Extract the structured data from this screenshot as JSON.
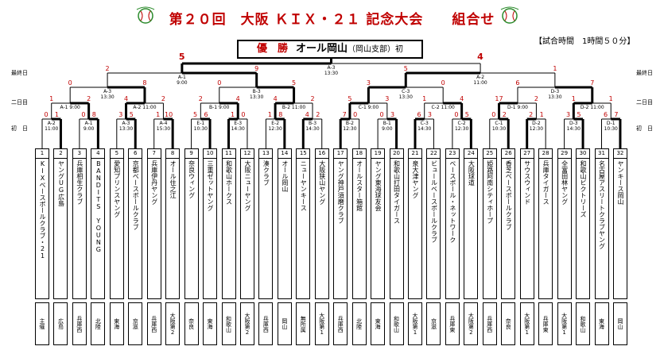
{
  "title": "第２０回　大阪 ＫＩＸ・２１ 記念大会　　組合せ",
  "champion": {
    "label": "優　勝",
    "team": "オール岡山",
    "branch": "（岡山支部）",
    "suffix": "初"
  },
  "match_time": "【試合時間　1時間５０分】",
  "row_labels": {
    "final": "最終日",
    "day2": "二日目",
    "day1": "初　日"
  },
  "teams": [
    {
      "no": "1",
      "name": "KIXベースボールクラブ・21",
      "pref": "主催"
    },
    {
      "no": "2",
      "name": "ヤングUG広島",
      "pref": "広島"
    },
    {
      "no": "3",
      "name": "兵庫相生クラブ",
      "pref": "兵庫西"
    },
    {
      "no": "4",
      "name": "BANDITS YOUNG",
      "pref": "北陸"
    },
    {
      "no": "5",
      "name": "愛知プリンスヤング",
      "pref": "東海"
    },
    {
      "no": "6",
      "name": "京都ベースボールクラブ",
      "pref": "京滋"
    },
    {
      "no": "7",
      "name": "兵庫伊丹ヤング",
      "pref": "兵庫西"
    },
    {
      "no": "8",
      "name": "オール住之江",
      "pref": "大阪第2"
    },
    {
      "no": "9",
      "name": "奈良ウィング",
      "pref": "奈良"
    },
    {
      "no": "10",
      "name": "三重ゼットヤング",
      "pref": "東海"
    },
    {
      "no": "11",
      "name": "和歌山ホークス",
      "pref": "和歌山"
    },
    {
      "no": "12",
      "name": "大阪ニューヤング",
      "pref": "大阪第2"
    },
    {
      "no": "13",
      "name": "湊クラブ",
      "pref": "兵庫西"
    },
    {
      "no": "14",
      "name": "オール岡山",
      "pref": "岡山"
    },
    {
      "no": "15",
      "name": "ニューヤンキース",
      "pref": "無所属"
    },
    {
      "no": "16",
      "name": "大阪狭山ヤング",
      "pref": "大阪第1"
    },
    {
      "no": "17",
      "name": "ヤング神戸須磨クラブ",
      "pref": "兵庫西"
    },
    {
      "no": "18",
      "name": "オールスター箱館",
      "pref": "北陸"
    },
    {
      "no": "19",
      "name": "ヤング東海球友会",
      "pref": "東海"
    },
    {
      "no": "20",
      "name": "和歌山打田タイガース",
      "pref": "和歌山"
    },
    {
      "no": "21",
      "name": "泉大津ヤング",
      "pref": "大阪第1"
    },
    {
      "no": "22",
      "name": "ビュールベースボールクラブ",
      "pref": "京滋"
    },
    {
      "no": "23",
      "name": "ベースボール・ネットワーク",
      "pref": "兵庫東"
    },
    {
      "no": "24",
      "name": "大阪球道",
      "pref": "大阪第2"
    },
    {
      "no": "25",
      "name": "姫路阿南シティホープ",
      "pref": "兵庫西"
    },
    {
      "no": "26",
      "name": "香芝ベースボールクラブ",
      "pref": "奈良"
    },
    {
      "no": "27",
      "name": "サウスウィンド",
      "pref": "大阪第1"
    },
    {
      "no": "28",
      "name": "兵庫タイガース",
      "pref": "兵庫東"
    },
    {
      "no": "29",
      "name": "全富田林ヤング",
      "pref": "大阪第1"
    },
    {
      "no": "30",
      "name": "和歌山ビクトリーズ",
      "pref": "和歌山"
    },
    {
      "no": "31",
      "name": "名古屋アスリートクラブヤング",
      "pref": "東海"
    },
    {
      "no": "32",
      "name": "ヤンキース岡山",
      "pref": "岡山"
    }
  ],
  "day1_matches": [
    {
      "id": "A-2",
      "time": "11:00",
      "s1": "0",
      "s2": "1"
    },
    {
      "id": "A-1",
      "time": "9:00",
      "s1": "0",
      "s2": "8"
    },
    {
      "id": "A-3",
      "time": "13:30",
      "s1": "3",
      "s2": "5"
    },
    {
      "id": "A-4",
      "time": "15:30",
      "s1": "1",
      "s2": "10"
    },
    {
      "id": "E-1",
      "time": "10:30",
      "s1": "5",
      "s2": "6"
    },
    {
      "id": "E-3",
      "time": "14:30",
      "s1": "1",
      "s2": "0"
    },
    {
      "id": "E-2",
      "time": "12:30",
      "s1": "1",
      "s2": "8"
    },
    {
      "id": "B-3",
      "time": "14:30",
      "s1": "4",
      "s2": "2"
    },
    {
      "id": "B-2",
      "time": "12:30",
      "s1": "7",
      "s2": "0"
    },
    {
      "id": "B-1",
      "time": "9:00",
      "s1": "0",
      "s2": "3"
    },
    {
      "id": "C-3",
      "time": "14:30",
      "s1": "6",
      "s2": "3"
    },
    {
      "id": "C-2",
      "time": "12:30",
      "s1": "0",
      "s2": "5"
    },
    {
      "id": "C-1",
      "time": "10:30",
      "s1": "0",
      "s2": "2"
    },
    {
      "id": "D-2",
      "time": "12:30",
      "s1": "2",
      "s2": "1"
    },
    {
      "id": "D-3",
      "time": "14:30",
      "s1": "3",
      "s2": "5"
    },
    {
      "id": "D-1",
      "time": "10:30",
      "s1": "6",
      "s2": "7"
    }
  ],
  "day2_matches": [
    {
      "id": "A-1",
      "time": "9:00",
      "s1": "1",
      "s2": "2"
    },
    {
      "id": "A-2",
      "time": "11:00",
      "s1": "4",
      "s2": "2"
    },
    {
      "id": "B-1",
      "time": "9:00",
      "s1": "2",
      "s2": "4"
    },
    {
      "id": "B-2",
      "time": "11:00",
      "s1": "4",
      "s2": "2"
    },
    {
      "id": "C-1",
      "time": "9:00",
      "s1": "5",
      "s2": "3"
    },
    {
      "id": "C-2",
      "time": "11:00",
      "s1": "1",
      "s2": "4"
    },
    {
      "id": "D-1",
      "time": "9:00",
      "s1": "17",
      "s2": "2"
    },
    {
      "id": "D-2",
      "time": "11:00",
      "s1": "1",
      "s2": "1"
    }
  ],
  "day2_semis": [
    {
      "id": "A-3",
      "time": "13:30",
      "s1": "0",
      "s2": "8"
    },
    {
      "id": "B-3",
      "time": "13:30",
      "s1": "0",
      "s2": "5"
    },
    {
      "id": "C-3",
      "time": "13:30",
      "s1": "3",
      "s2": "0"
    },
    {
      "id": "D-3",
      "time": "13:30",
      "s1": "6",
      "s2": "7"
    }
  ],
  "final_day": [
    {
      "id": "A-1",
      "time": "9:00",
      "s1": "2",
      "s2": "9"
    },
    {
      "id": "A-2",
      "time": "11:00",
      "s1": "5",
      "s2": "1"
    }
  ],
  "final": {
    "id": "A-3",
    "time": "13:30",
    "s1": "5",
    "s2": "4"
  }
}
